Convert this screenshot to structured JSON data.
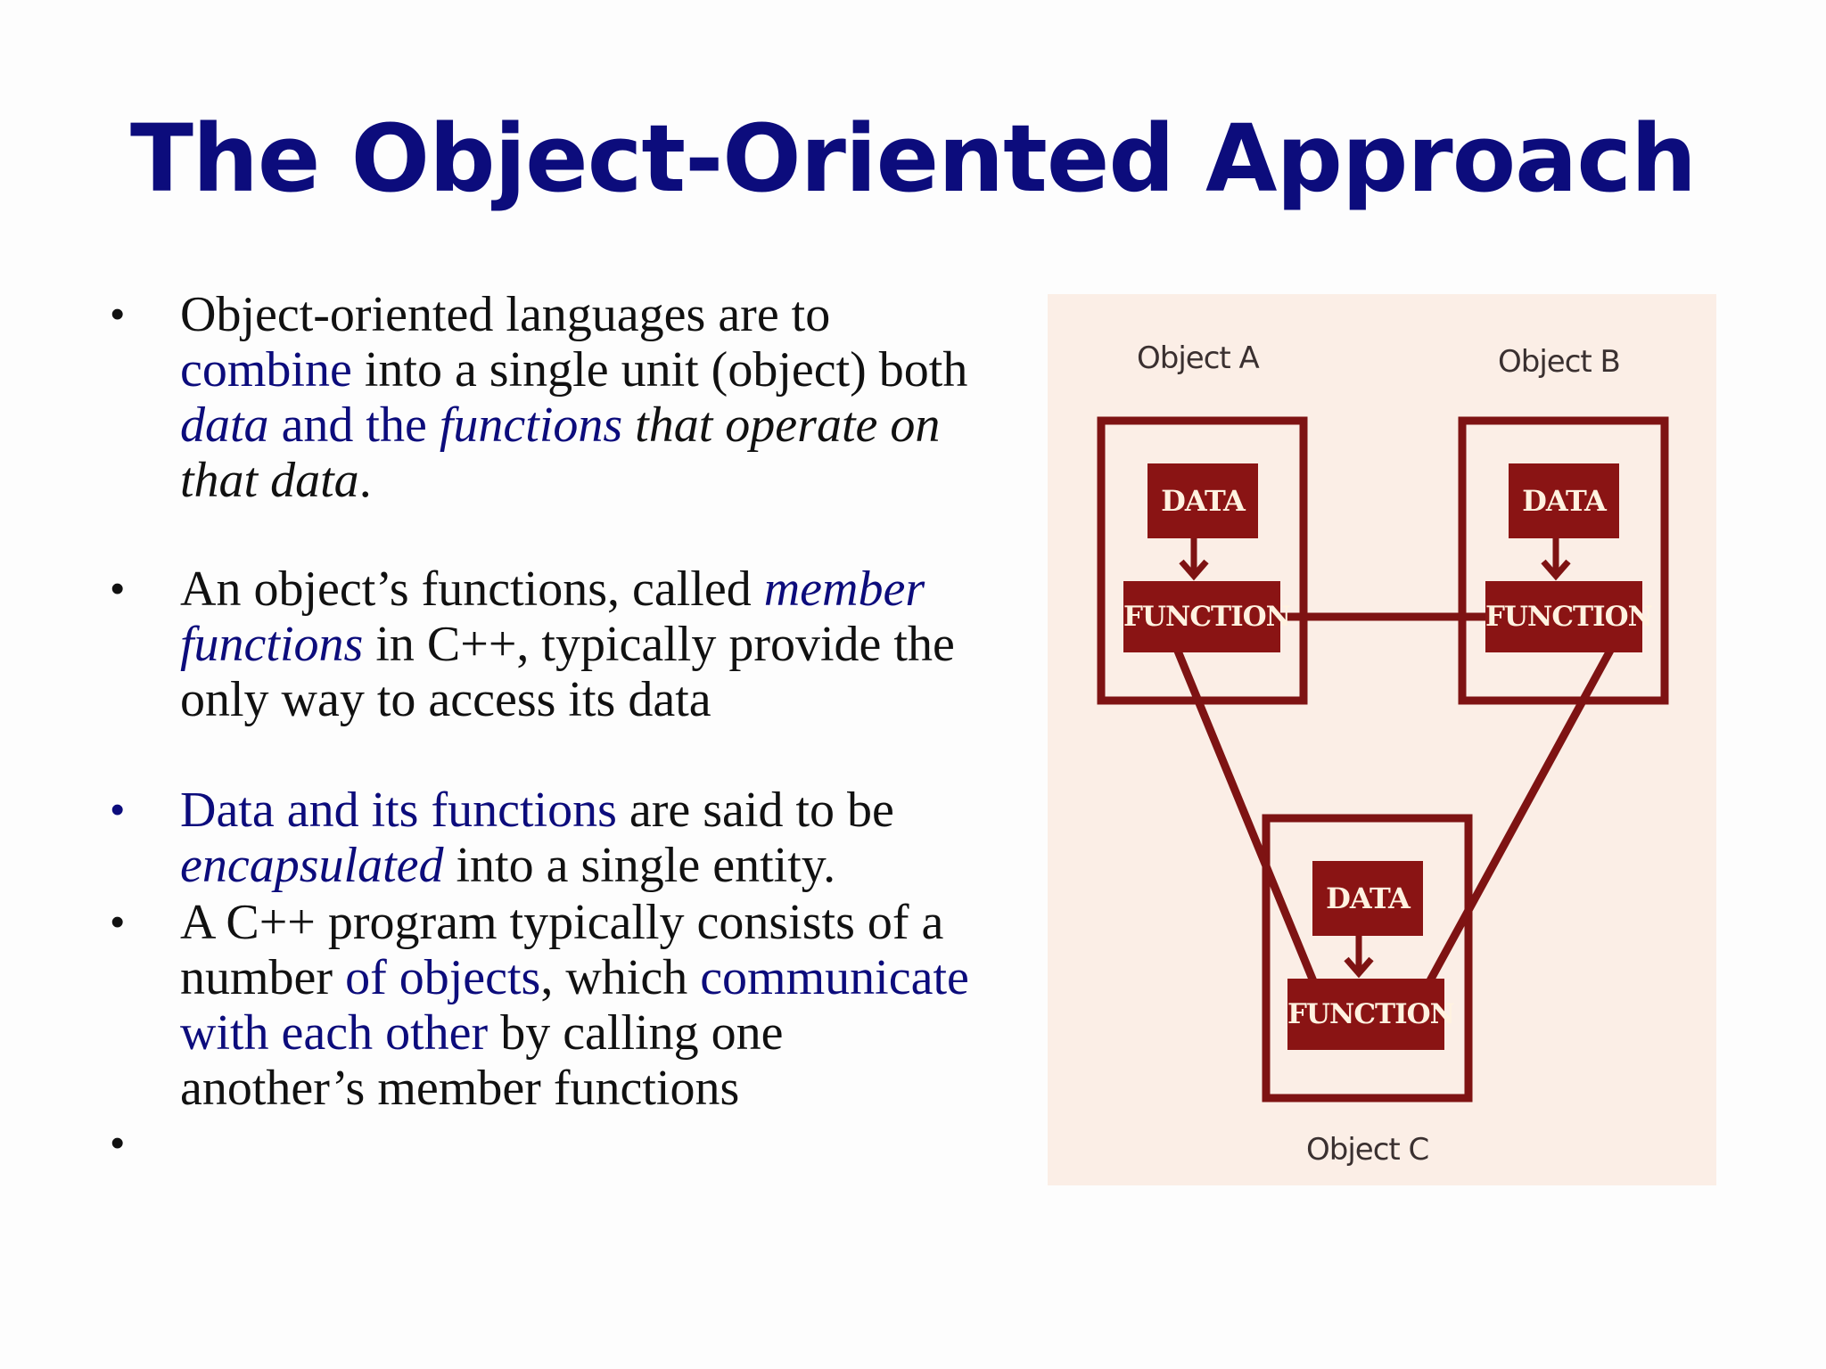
{
  "slide": {
    "title": "The Object-Oriented Approach",
    "bullets": [
      {
        "p1": "Object-oriented languages are to ",
        "p2": "combine",
        "p3": " into a single unit (object) both ",
        "p4": "data",
        "p5": " and the ",
        "p6": "functions",
        "p7": " that operate on that data",
        "p8": "."
      },
      {
        "p1": "An object’s functions, called ",
        "p2": "member functions",
        "p3": " in C++, typically provide the only way to access its data"
      },
      {
        "p1": "Data and its functions",
        "p2": " are said to be ",
        "p3": "encapsulated",
        "p4": " into a single entity."
      },
      {
        "p1": "A C++ program typically consists of a number ",
        "p2": "of objects",
        "p3": ", which ",
        "p4": "communicate with each other",
        "p5": " by calling one another’s member functions"
      }
    ],
    "bullet_symbol": "•"
  },
  "diagram": {
    "object_a": {
      "label": "Object A",
      "data": "DATA",
      "function": "FUNCTION"
    },
    "object_b": {
      "label": "Object B",
      "data": "DATA",
      "function": "FUNCTION"
    },
    "object_c": {
      "label": "Object C",
      "data": "DATA",
      "function": "FUNCTION"
    },
    "colors": {
      "box": "#7e1313",
      "fill": "#8a1414",
      "background": "#fbeee6",
      "title": "#0c0c7c"
    }
  }
}
